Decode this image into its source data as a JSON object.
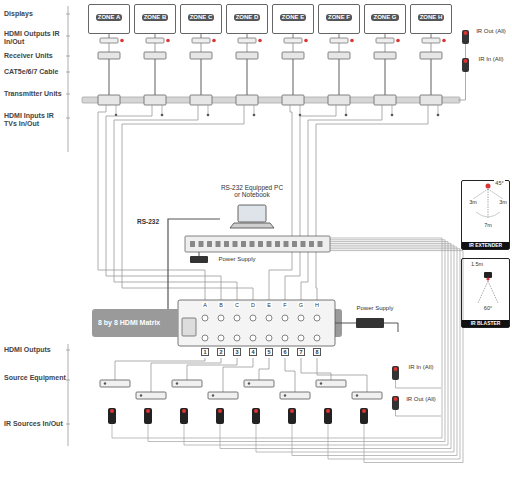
{
  "diagram": {
    "nodes": [
      {
        "text": [
          "ZONE A"
        ]
      },
      {
        "text": [
          "ZONE B"
        ]
      },
      {
        "text": [
          "ZONE C"
        ]
      },
      {
        "text": [
          "ZONE D"
        ]
      },
      {
        "text": [
          "ZONE E"
        ]
      },
      {
        "text": [
          "ZONE F"
        ]
      },
      {
        "text": [
          "ZONE G"
        ]
      },
      {
        "text": [
          "ZONE H"
        ]
      },
      {
        "text": [
          "RS-232 Equipped PC or Notebook"
        ]
      },
      {
        "text": [
          "8 by 8 HDMI Matrix"
        ]
      },
      {
        "text": [
          "IR EXTENDER"
        ]
      },
      {
        "text": [
          "IR BLASTER"
        ]
      }
    ],
    "edges": [
      {
        "from": 8,
        "to": 9,
        "arrow": "none"
      }
    ],
    "labels": [
      "Displays",
      "HDMI Outputs IR In/Out",
      "Receiver Units",
      "CAT5e/6/7 Cable",
      "Transmitter Units",
      "HDMI Inputs IR TVs In/Out",
      "IR Out (All)",
      "IR In (All)",
      "RS-232",
      "Power Supply",
      "Power Supply",
      "A",
      "B",
      "C",
      "D",
      "E",
      "F",
      "G",
      "H",
      "1",
      "2",
      "3",
      "4",
      "5",
      "6",
      "7",
      "8",
      "IR In (All)",
      "IR Out (All)",
      "HDMI Outputs",
      "Source Equipment",
      "IR Sources In/Out",
      "45°",
      "3m",
      "3m",
      "7m",
      "1.5m",
      "60°"
    ]
  }
}
